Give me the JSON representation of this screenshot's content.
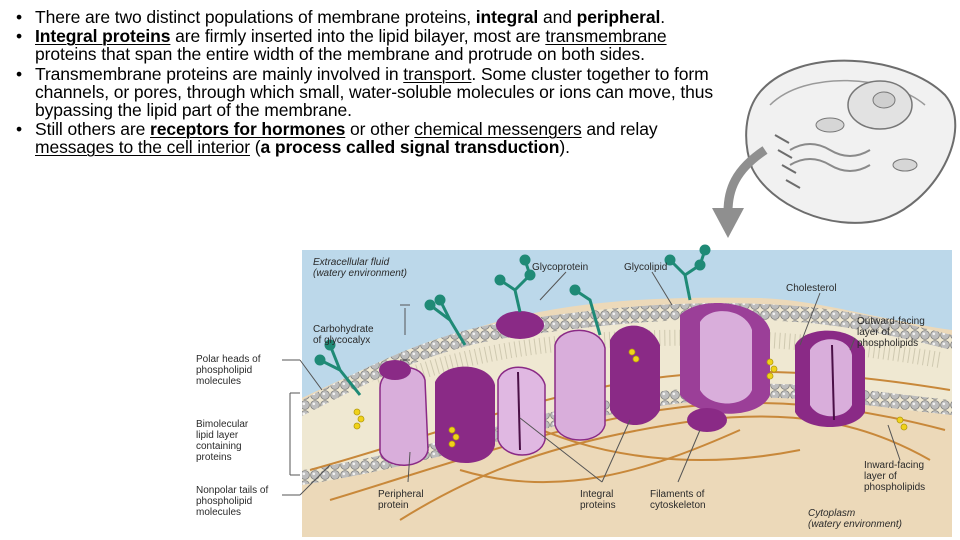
{
  "bullets": [
    {
      "runs": [
        {
          "t": "There are two distinct populations of membrane proteins, "
        },
        {
          "t": "integral",
          "b": true
        },
        {
          "t": " and "
        },
        {
          "t": "peripheral",
          "b": true
        },
        {
          "t": "."
        }
      ]
    },
    {
      "runs": [
        {
          "t": "Integral proteins",
          "b": true,
          "u": true
        },
        {
          "t": " are firmly inserted into the lipid bilayer, most are "
        },
        {
          "t": "transmembrane",
          "u": true
        },
        {
          "t": " proteins that span the entire width of the membrane and protrude on both sides."
        }
      ]
    },
    {
      "runs": [
        {
          "t": "Transmembrane proteins are mainly involved in "
        },
        {
          "t": "transport",
          "u": true
        },
        {
          "t": ". Some cluster together to form channels, or pores, through which small, water-soluble molecules or ions can move, thus bypassing the lipid part of the membrane."
        }
      ]
    },
    {
      "runs": [
        {
          "t": "Still others are "
        },
        {
          "t": "receptors for hormones",
          "b": true,
          "u": true
        },
        {
          "t": " or other "
        },
        {
          "t": "chemical messengers",
          "u": true
        },
        {
          "t": " and relay "
        },
        {
          "t": "messages to the cell interior",
          "u": true
        },
        {
          "t": " ("
        },
        {
          "t": "a process called signal transduction",
          "b": true
        },
        {
          "t": ")."
        }
      ]
    }
  ],
  "bullet_char": "•",
  "figure": {
    "labels": {
      "extracellular_1": "Extracellular fluid",
      "extracellular_2": "(watery environment)",
      "glycoprotein": "Glycoprotein",
      "glycolipid": "Glycolipid",
      "cholesterol": "Cholesterol",
      "carbohydrate_1": "Carbohydrate",
      "carbohydrate_2": "of glycocalyx",
      "outward_1": "Outward-facing",
      "outward_2": "layer of",
      "outward_3": "phospholipids",
      "polar_1": "Polar heads of",
      "polar_2": "phospholipid",
      "polar_3": "molecules",
      "bimol_1": "Bimolecular",
      "bimol_2": "lipid layer",
      "bimol_3": "containing",
      "bimol_4": "proteins",
      "nonpolar_1": "Nonpolar tails of",
      "nonpolar_2": "phospholipid",
      "nonpolar_3": "molecules",
      "peripheral_1": "Peripheral",
      "peripheral_2": "protein",
      "integral_1": "Integral",
      "integral_2": "proteins",
      "filaments_1": "Filaments of",
      "filaments_2": "cytoskeleton",
      "inward_1": "Inward-facing",
      "inward_2": "layer of",
      "inward_3": "phospholipids",
      "cytoplasm_1": "Cytoplasm",
      "cytoplasm_2": "(watery environment)"
    },
    "colors": {
      "extracellular": "#bcd8ea",
      "cytoplasm": "#ecd9b9",
      "phospholipid_head": "#b9b9b9",
      "protein": "#8a2a86",
      "protein_light": "#d9aedb",
      "glyco": "#1f8a76",
      "cholesterol": "#f0d21a",
      "filament": "#c8883a"
    }
  }
}
